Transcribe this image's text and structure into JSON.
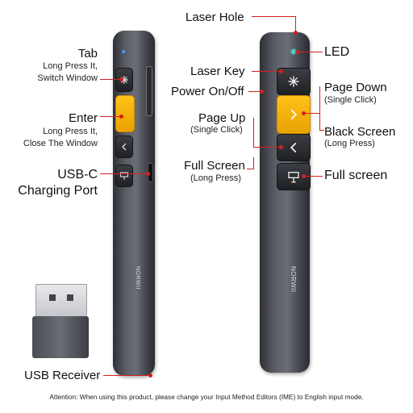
{
  "left_labels": {
    "tab": {
      "title": "Tab",
      "desc1": "Long Press It,",
      "desc2": "Switch Window"
    },
    "enter": {
      "title": "Enter",
      "desc1": "Long Press It,",
      "desc2": "Close The Window"
    },
    "usbc": {
      "line1": "USB-C",
      "line2": "Charging Port"
    },
    "usb_receiver": "USB Receiver"
  },
  "right_labels": {
    "laser_hole": "Laser Hole",
    "led": "LED",
    "laser_key": "Laser Key",
    "power": "Power On/Off",
    "page_down": {
      "title": "Page Down",
      "desc": "(Single Click)"
    },
    "page_up": {
      "title": "Page Up",
      "desc": "(Single Click)"
    },
    "black_screen": {
      "title": "Black Screen",
      "desc": "(Long Press)"
    },
    "full_screen_left": {
      "title": "Full Screen",
      "desc": "(Long Press)"
    },
    "full_screen_right": "Full screen"
  },
  "brand": "NORWII",
  "footnote": "Attention: When using this product, please change your Input Method Editors (IME) to English input mode.",
  "colors": {
    "leader": "#d32020",
    "yellow_key": "#f5b301",
    "body": "#55575f"
  }
}
